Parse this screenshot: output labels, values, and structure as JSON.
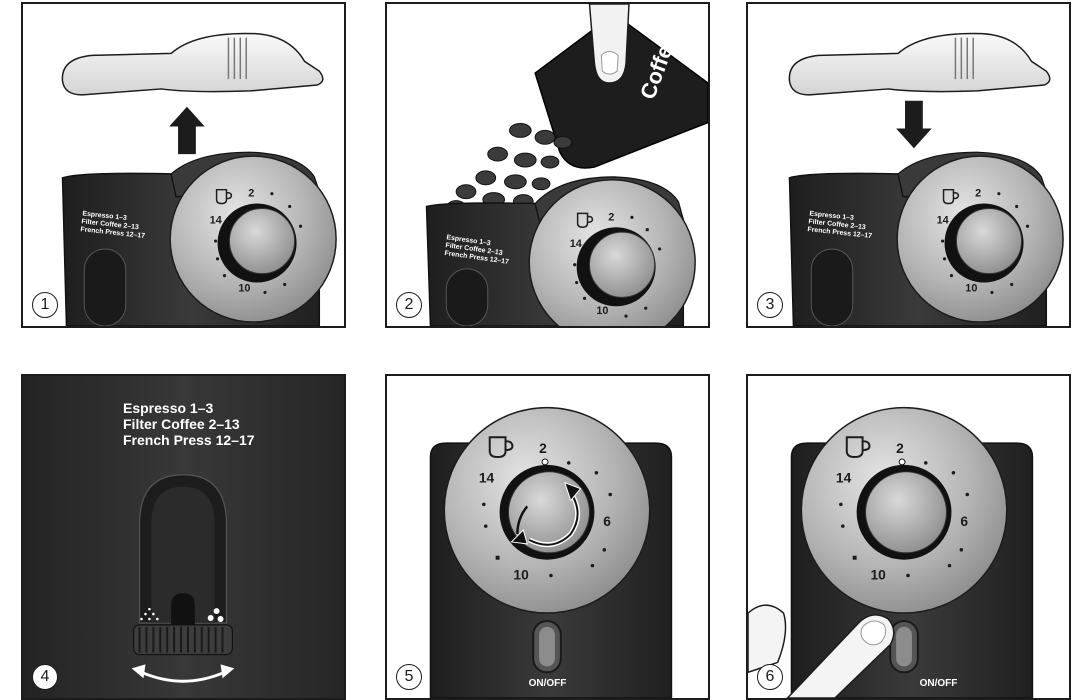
{
  "panels": [
    {
      "step": "1",
      "dial": {
        "n2": "2",
        "n14": "14",
        "n10": "10"
      },
      "labels": [
        "Espresso 1–3",
        "Filter Coffee 2–13",
        "French Press 12–17"
      ]
    },
    {
      "step": "2",
      "dial": {
        "n2": "2",
        "n14": "14",
        "n10": "10"
      },
      "labels": [
        "Espresso 1–3",
        "Filter Coffee 2–13",
        "French Press 12–17"
      ],
      "bag_text": "Coffee"
    },
    {
      "step": "3",
      "dial": {
        "n2": "2",
        "n14": "14",
        "n10": "10"
      },
      "labels": [
        "Espresso 1–3",
        "Filter Coffee 2–13",
        "French Press 12–17"
      ]
    },
    {
      "step": "4",
      "labels": [
        "Espresso 1–3",
        "Filter Coffee 2–13",
        "French Press 12–17"
      ]
    },
    {
      "step": "5",
      "dial": {
        "n2": "2",
        "n14": "14",
        "n6": "6",
        "n10": "10"
      },
      "button_label": "ON/OFF"
    },
    {
      "step": "6",
      "dial": {
        "n2": "2",
        "n14": "14",
        "n6": "6",
        "n10": "10"
      },
      "button_label": "ON/OFF"
    }
  ],
  "colors": {
    "body": "#2b2b2b",
    "dial": "#b9b9b9",
    "lid": "#ececec",
    "outline": "#1c1c1c"
  }
}
